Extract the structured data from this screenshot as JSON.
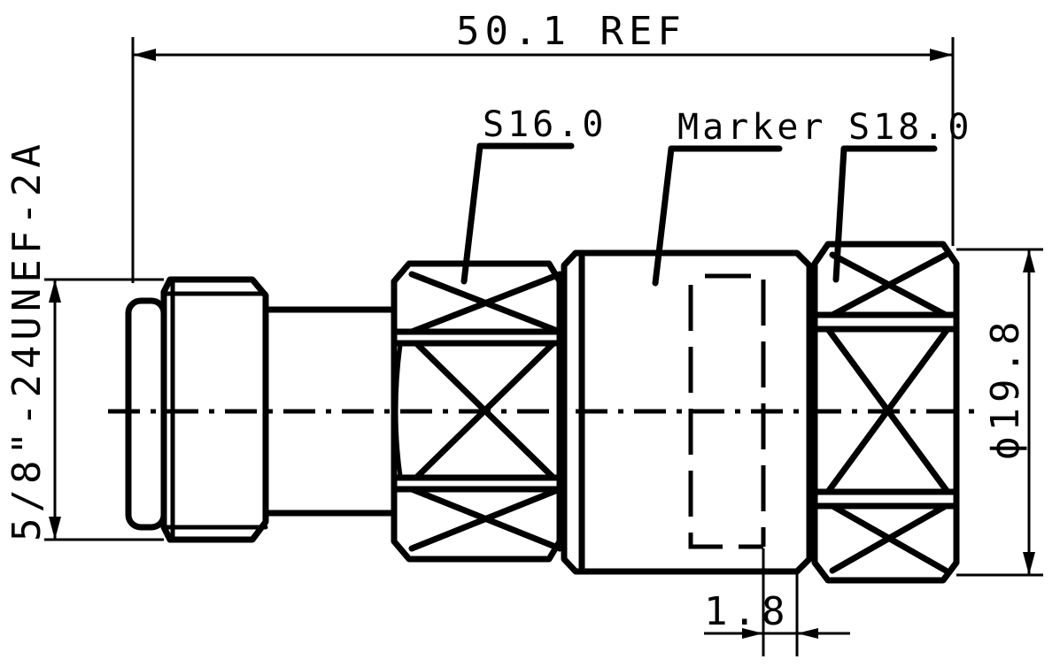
{
  "drawing": {
    "overall_length": "50.1 REF",
    "wrench_flat_left": "S16.0",
    "marker_label": "Marker",
    "wrench_flat_right": "S18.0",
    "thread_spec": "5/8\"-24UNEF-2A",
    "diameter": "ϕ19.8",
    "marker_offset": "1.8"
  }
}
